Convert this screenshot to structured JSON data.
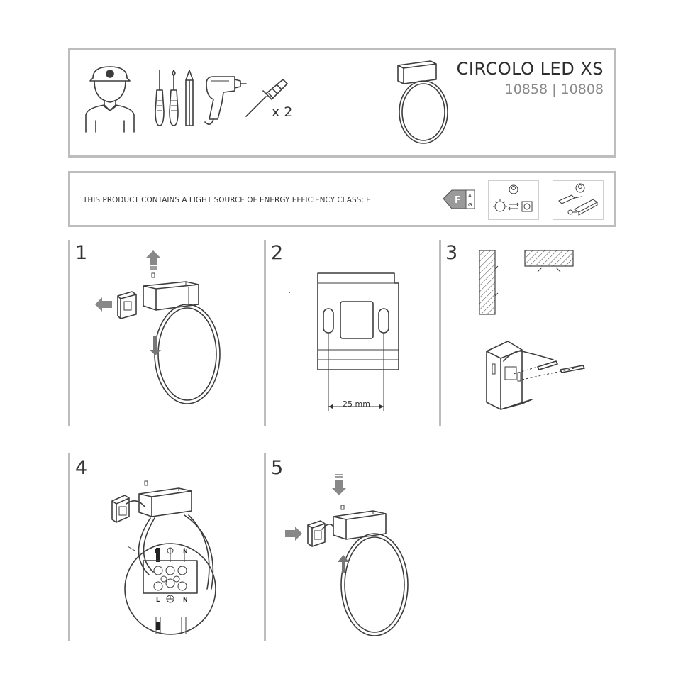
{
  "header": {
    "product_name": "CIRCOLO LED XS",
    "product_codes": "10858 | 10808",
    "anchor_quantity": "x 2"
  },
  "energy": {
    "notice": "THIS PRODUCT CONTAINS A LIGHT SOURCE OF ENERGY EFFICIENCY CLASS: F",
    "class_letter": "F",
    "class_range_top": "A",
    "class_range_bottom": "G"
  },
  "steps": [
    {
      "number": "1"
    },
    {
      "number": "2",
      "dimension": "25 mm"
    },
    {
      "number": "3"
    },
    {
      "number": "4",
      "terminal_top": [
        "L",
        "N"
      ],
      "terminal_bottom": [
        "L",
        "N"
      ]
    },
    {
      "number": "5"
    }
  ],
  "icons": [
    "electrician-icon",
    "screwdriver-icon",
    "pencil-icon",
    "drill-icon",
    "wall-anchor-icon",
    "energy-label-icon",
    "lamp-replaceable-icon",
    "driver-replaceable-icon"
  ],
  "colors": {
    "frame": "#bdbdbd",
    "line": "#3d3d3d",
    "codes": "#8a8a8a"
  }
}
